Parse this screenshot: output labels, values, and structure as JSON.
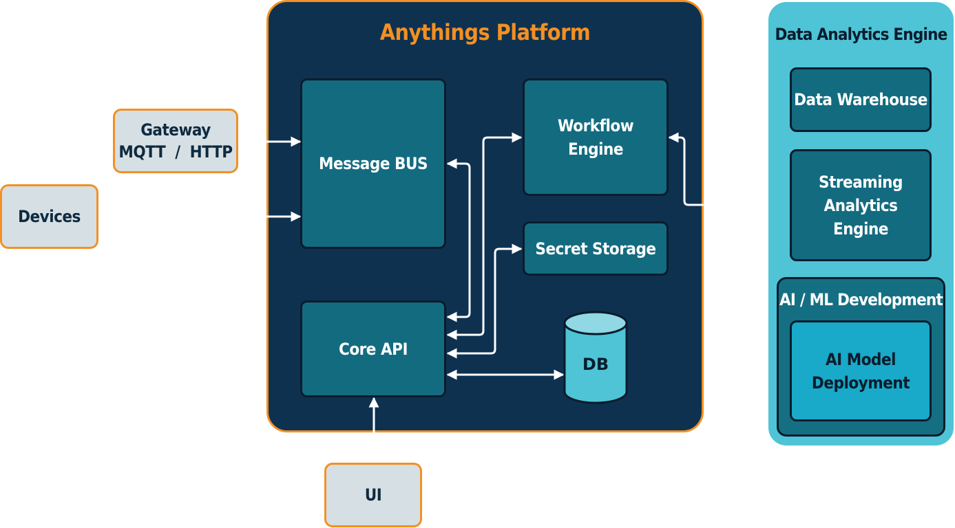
{
  "platform": {
    "title": "Anythings Platform"
  },
  "components": {
    "message_bus": "Message BUS",
    "workflow_engine_line1": "Workflow",
    "workflow_engine_line2": "Engine",
    "secret_storage": "Secret Storage",
    "core_api": "Core API",
    "db": "DB"
  },
  "external": {
    "gateway_line1": "Gateway",
    "gateway_line2": "MQTT  /  HTTP",
    "devices": "Devices",
    "ui": "UI"
  },
  "analytics": {
    "title": "Data Analytics Engine",
    "data_warehouse": "Data Warehouse",
    "streaming_line1": "Streaming",
    "streaming_line2": "Analytics",
    "streaming_line3": "Engine",
    "aiml_title": "AI / ML Development",
    "ai_model_line1": "AI Model",
    "ai_model_line2": "Deployment"
  },
  "colors": {
    "platform_bg": "#0e3150",
    "accent_orange": "#f39022",
    "component_bg": "#136b80",
    "analytics_bg": "#4ec4d6",
    "db_fill": "#4ec4d6",
    "ai_model_bg": "#19a9c9",
    "external_bg": "#d6dfe4"
  }
}
